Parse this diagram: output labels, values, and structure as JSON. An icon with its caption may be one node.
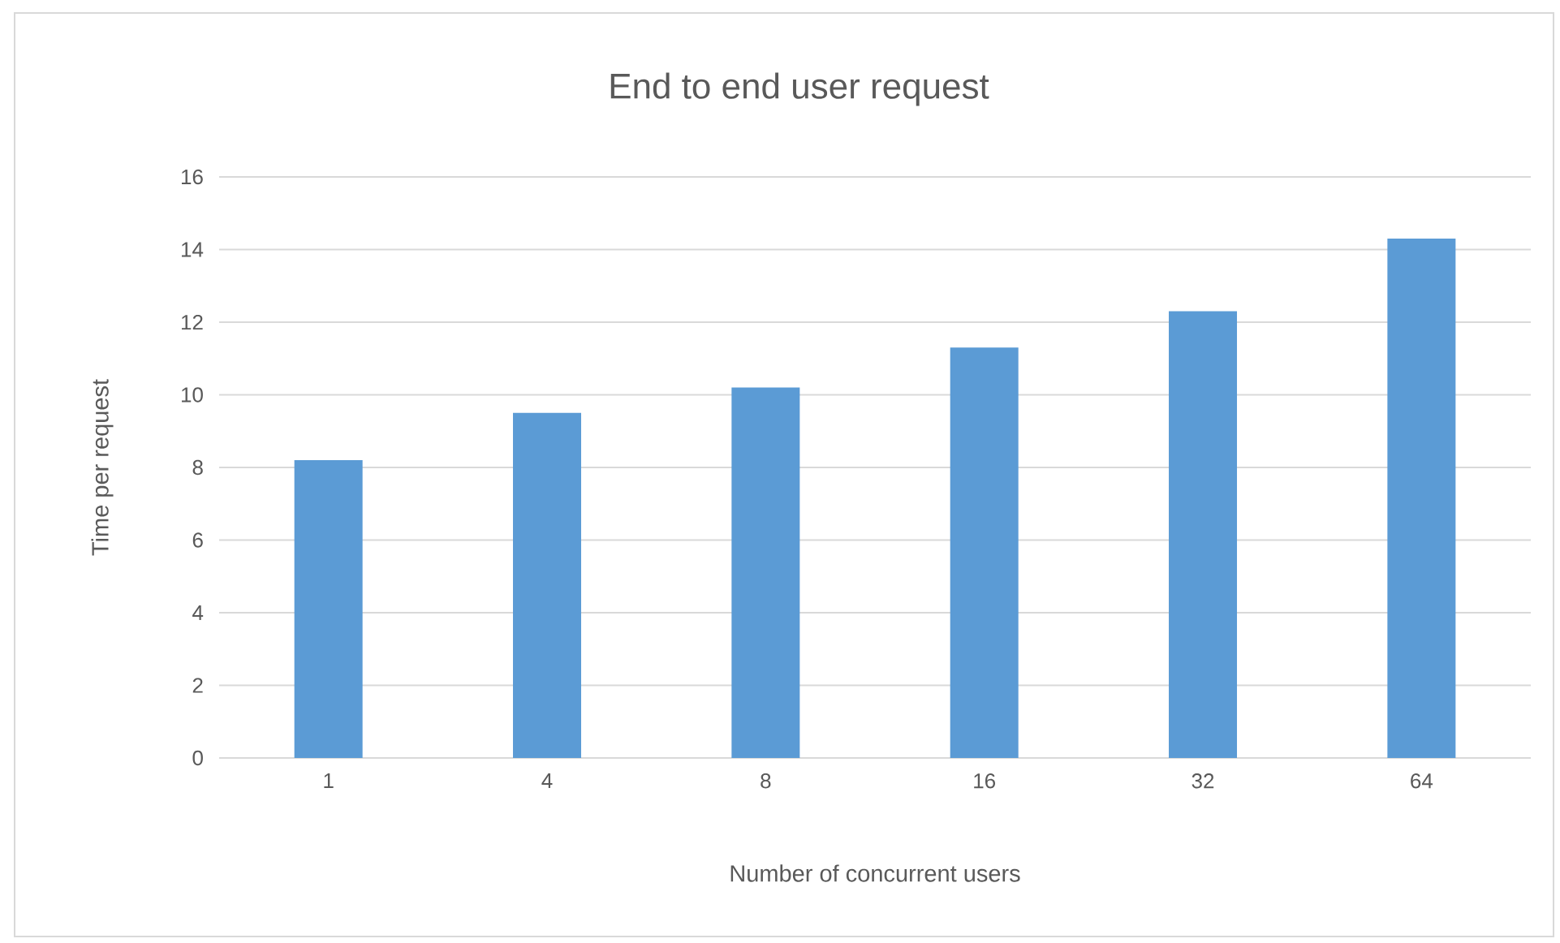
{
  "diagram": {
    "chart_data": {
      "type": "bar",
      "title": "End to end user request",
      "xlabel": "Number of concurrent users",
      "ylabel": "Time per request",
      "categories": [
        "1",
        "4",
        "8",
        "16",
        "32",
        "64"
      ],
      "series": [
        {
          "color": "#5b9bd5",
          "values": [
            8.2,
            9.5,
            10.2,
            11.3,
            12.3,
            14.3
          ]
        }
      ],
      "ylim": [
        0,
        16
      ],
      "yticks": [
        0,
        2,
        4,
        6,
        8,
        10,
        12,
        14,
        16
      ],
      "grid": true
    }
  }
}
